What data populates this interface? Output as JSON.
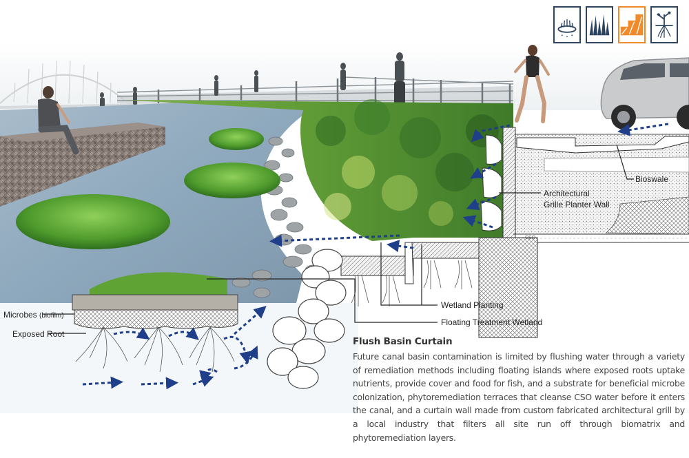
{
  "legend": {
    "icons": [
      {
        "name": "floating-island-icon",
        "active": false
      },
      {
        "name": "wetland-grass-icon",
        "active": false
      },
      {
        "name": "terrace-wall-icon",
        "active": true
      },
      {
        "name": "root-plant-icon",
        "active": false
      }
    ],
    "active_color": "#f08a2b",
    "icon_color": "#2d4560"
  },
  "labels": {
    "bioswale": "Bioswale",
    "grille_line1": "Architectural",
    "grille_line2": "Grille Planter Wall",
    "cso": "CSO",
    "wetland_planting": "Wetland Planting",
    "floating_wetland": "Floating Treatment Wetland",
    "microbes": "Microbes",
    "microbes_sub": "(biofilm)",
    "exposed_root": "Exposed Root"
  },
  "description": {
    "title": "Flush Basin Curtain",
    "body": "Future canal basin contamination is limited by flushing water through a variety of remediation methods including floating islands where exposed roots uptake nutrients, provide cover and food for fish, and a substrate for beneficial microbe colonization, phytoremediation terraces that cleanse CSO water before it enters the canal, and a curtain wall made from custom fabricated architectural grill by a local industry that filters all site run off through biomatrix and phytoremediation layers."
  },
  "colors": {
    "water": "#8ea8bd",
    "flow_arrow": "#1f3f8a",
    "grass": "#4f9a2c"
  }
}
